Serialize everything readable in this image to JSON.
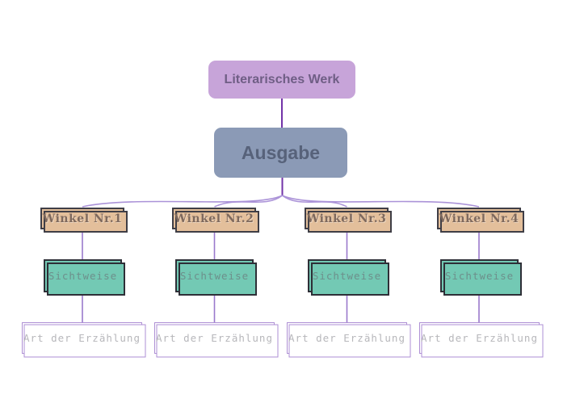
{
  "diagram": {
    "root": {
      "label": "Literarisches Werk"
    },
    "edition": {
      "label": "Ausgabe"
    },
    "branches": [
      {
        "angle": "Winkel Nr.1",
        "view": "Sichtweise",
        "narration": "Art der Erzählung"
      },
      {
        "angle": "Winkel Nr.2",
        "view": "Sichtweise",
        "narration": "Art der Erzählung"
      },
      {
        "angle": "Winkel Nr.3",
        "view": "Sichtweise",
        "narration": "Art der Erzählung"
      },
      {
        "angle": "Winkel Nr.4",
        "view": "Sichtweise",
        "narration": "Art der Erzählung"
      }
    ],
    "colors": {
      "canvas_background": "#ffffff",
      "root_fill": "#c7a4d9",
      "root_text": "#6f5e85",
      "edition_fill": "#8b9ab6",
      "edition_text": "#57627a",
      "angle_fill": "#e3bf9b",
      "angle_border": "#3f3e46",
      "angle_text": "#7e695d",
      "view_fill": "#73c9b4",
      "view_border": "#2e2f37",
      "view_text": "#6d8f8b",
      "narration_fill": "#ffffff",
      "narration_border": "#ae8fd4",
      "narration_text": "#b7b7bb",
      "connector_trunk": "#7233a8",
      "connector_fan": "#ab93d8",
      "connector_branch": "#9a79cc"
    }
  }
}
